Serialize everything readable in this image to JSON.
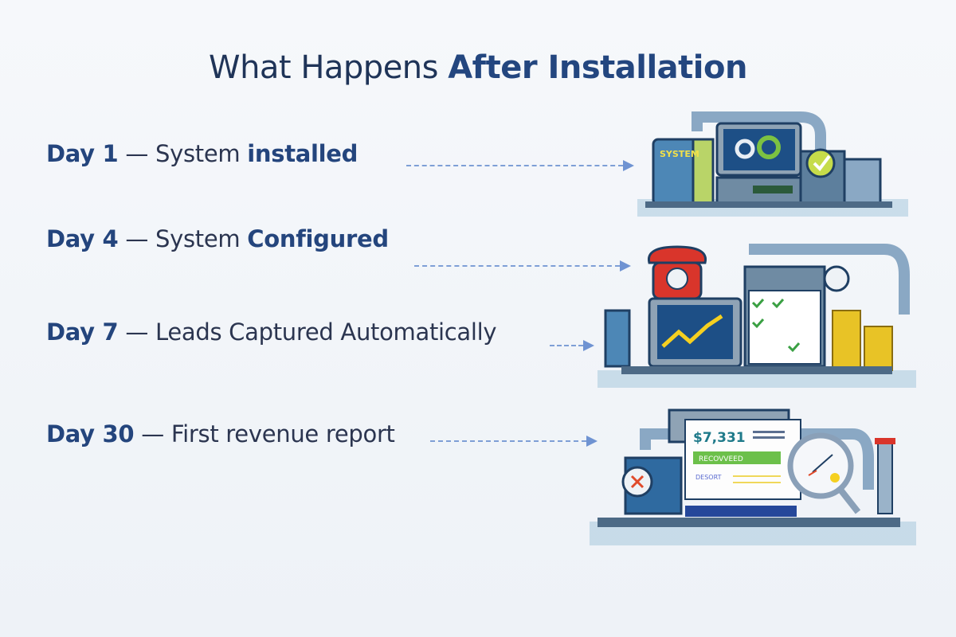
{
  "title": {
    "prefix": "What Happens ",
    "emphasis": "After Installation"
  },
  "milestones": [
    {
      "day": "Day 1",
      "dash": " — ",
      "text": "System ",
      "emphasis": "installed"
    },
    {
      "day": "Day 4",
      "dash": " — ",
      "text": "System ",
      "emphasis": "Configured"
    },
    {
      "day": "Day 7",
      "dash": " — ",
      "text": "Leads Captured Automatically",
      "emphasis": ""
    },
    {
      "day": "Day 30",
      "dash": " — ",
      "text": "First revenue report",
      "emphasis": ""
    }
  ],
  "illustrations": {
    "system_label": "SYSTEM",
    "revenue_amount": "$7,331",
    "recovered_label": "RECOVVEED",
    "report_label": "DESORT"
  },
  "colors": {
    "navy": "#24457d",
    "arrow": "#7e9fd6",
    "green": "#7cc242",
    "red": "#d9352b"
  }
}
